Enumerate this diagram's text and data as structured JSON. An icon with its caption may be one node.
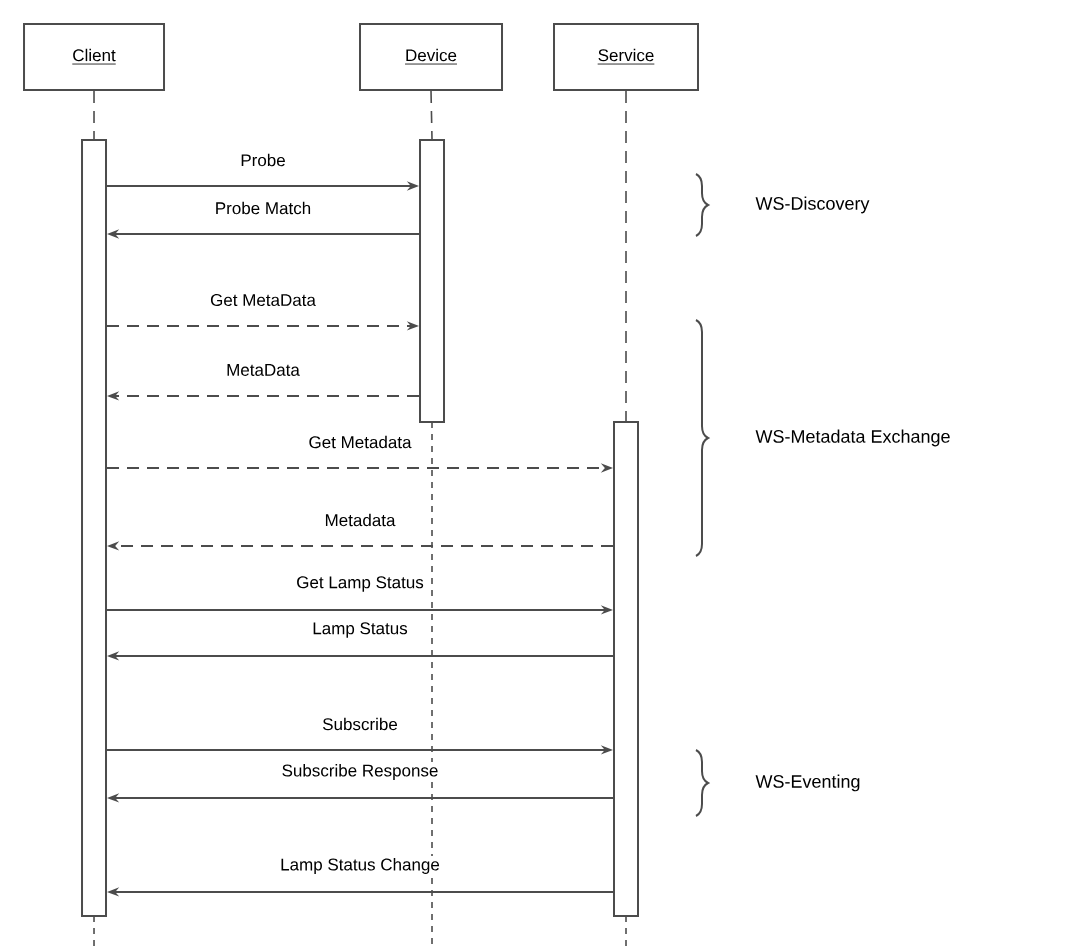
{
  "diagram": {
    "nodes": [
      {
        "text": [
          "Client"
        ]
      },
      {
        "text": [
          "Device"
        ]
      },
      {
        "text": [
          "Service"
        ]
      },
      {
        "text": [],
        "shape": "bar"
      },
      {
        "text": [],
        "shape": "bar"
      },
      {
        "text": [],
        "shape": "bar"
      }
    ],
    "edges": [
      {
        "from": 0,
        "to": 3,
        "arrow": "none",
        "style": "dashed"
      },
      {
        "from": 1,
        "to": 4,
        "arrow": "none",
        "style": "dashed"
      },
      {
        "from": 2,
        "to": 5,
        "arrow": "none",
        "style": "dashed"
      },
      {
        "from": 3,
        "to": 4,
        "arrow": "to",
        "label": "Probe"
      },
      {
        "from": 4,
        "to": 3,
        "arrow": "to",
        "label": "Probe Match"
      },
      {
        "from": 3,
        "to": 4,
        "arrow": "to",
        "label": "Get MetaData",
        "style": "dashed"
      },
      {
        "from": 4,
        "to": 3,
        "arrow": "to",
        "label": "MetaData",
        "style": "dashed"
      },
      {
        "from": 3,
        "to": 5,
        "arrow": "to",
        "label": "Get Metadata",
        "style": "dashed"
      },
      {
        "from": 5,
        "to": 3,
        "arrow": "to",
        "label": "Metadata",
        "style": "dashed"
      },
      {
        "from": 3,
        "to": 5,
        "arrow": "to",
        "label": "Get Lamp Status"
      },
      {
        "from": 5,
        "to": 3,
        "arrow": "to",
        "label": "Lamp Status"
      },
      {
        "from": 3,
        "to": 5,
        "arrow": "to",
        "label": "Subscribe"
      },
      {
        "from": 5,
        "to": 3,
        "arrow": "to",
        "label": "Subscribe Response"
      },
      {
        "from": 5,
        "to": 3,
        "arrow": "to",
        "label": "Lamp Status Change"
      }
    ],
    "labels": [
      "WS-Discovery",
      "WS-Metadata Exchange",
      "WS-Eventing"
    ]
  }
}
